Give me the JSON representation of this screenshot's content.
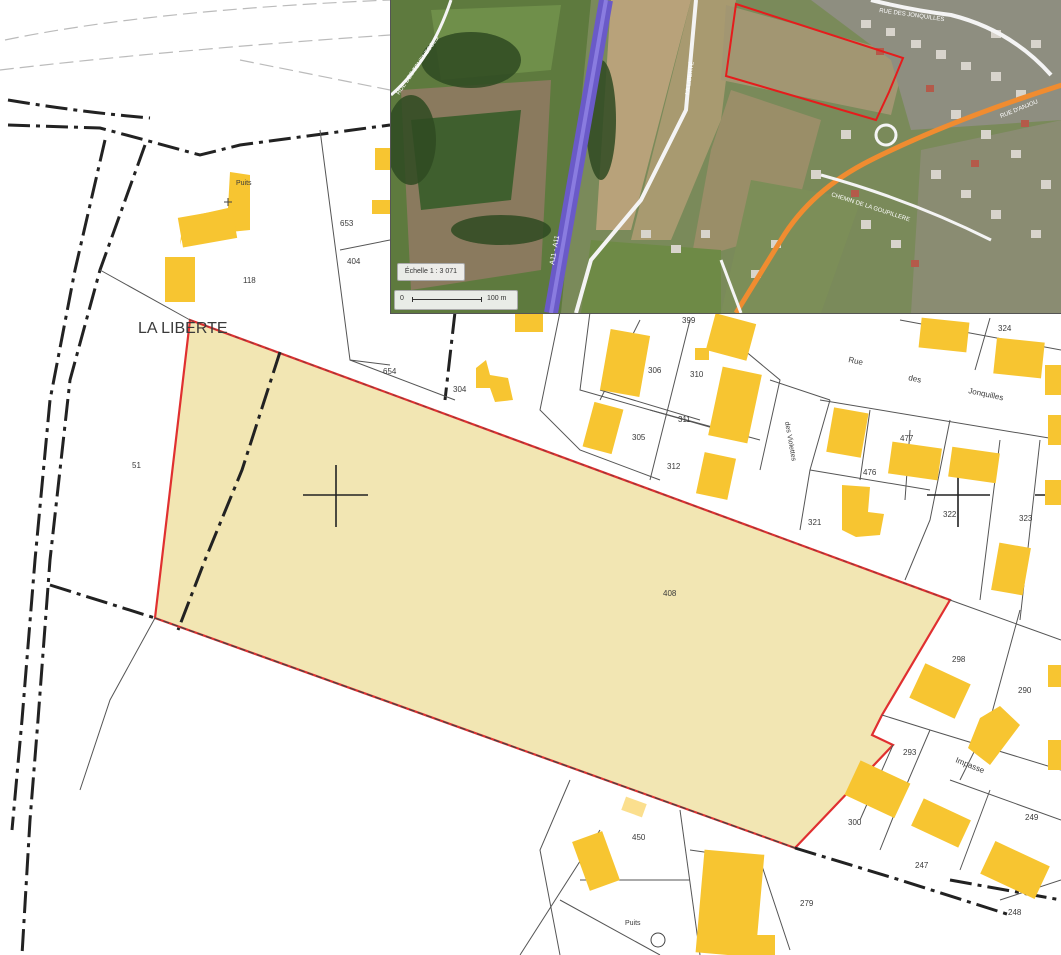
{
  "cadastre": {
    "lieu_dit": "LA LIBERTE",
    "parcels": {
      "p118": "118",
      "p653": "653",
      "p404a": "404",
      "p51": "51",
      "p654": "654",
      "p304": "304",
      "p306": "306",
      "p310": "310",
      "p311": "311",
      "p305": "305",
      "p312": "312",
      "p408": "408",
      "p477": "477",
      "p476": "476",
      "p321": "321",
      "p322": "322",
      "p323": "323",
      "p324": "324",
      "p399": "399",
      "p298": "298",
      "p290": "290",
      "p293": "293",
      "p300": "300",
      "p247": "247",
      "p249": "249",
      "p248": "248",
      "p450": "450",
      "p279": "279"
    },
    "street_words": {
      "rue": "Rue",
      "des": "des",
      "jonquilles": "Jonquilles",
      "puits": "Puits",
      "impasse": "Impasse",
      "des_violettes": "des Violettes",
      "puits2": "Puits"
    },
    "colors": {
      "highlight_fill": "#f2e6b3",
      "highlight_border": "#e03030",
      "building": "#f7c531",
      "boundary": "#222222"
    }
  },
  "aerial": {
    "scale_text": "Échelle 1 : 3 071",
    "scale_zero": "0",
    "scale_distance": "100 m",
    "roads": {
      "a11": "A11 - A11",
      "rue_jonquilles": "RUE DES JONQUILLES",
      "rue_liberte": "LA LIBERTÉ",
      "chemin": "CHEMIN DE LA GOUPILLERE",
      "route_orange": "RUE D'ANJOU",
      "rue_nord": "RUE DES TOURNESOLS"
    },
    "colors": {
      "parcel_outline": "#e51c1c",
      "motorway": "#6a5ac8",
      "main_road": "#f08c30"
    }
  }
}
